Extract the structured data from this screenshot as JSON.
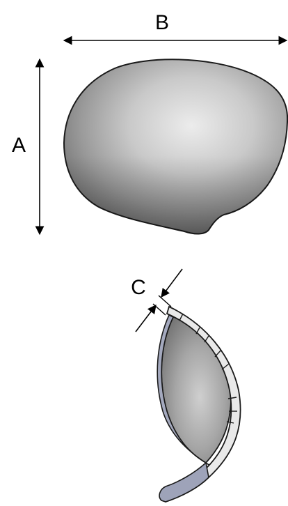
{
  "labels": {
    "length": "A",
    "width": "B",
    "thickness": "C"
  },
  "colors": {
    "outline": "#1a1a1a",
    "shell_dark": "#7f7f7f",
    "shell_light": "#ececec",
    "cross_section_edge": "#a4a9be",
    "cross_section_band": "#e9e9e9"
  }
}
